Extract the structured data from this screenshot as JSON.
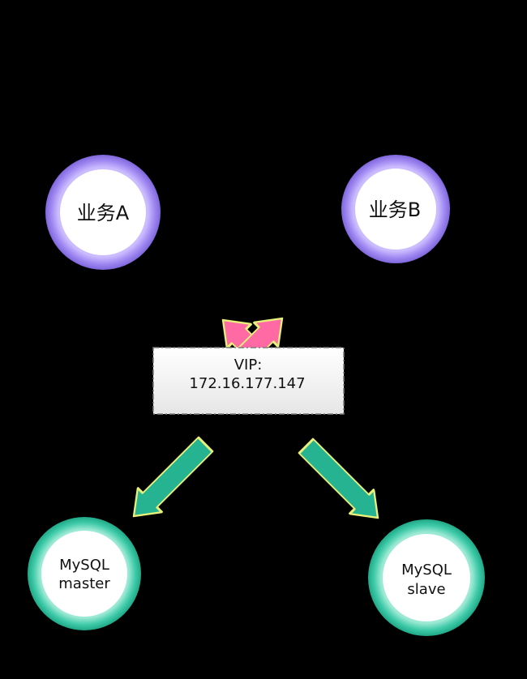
{
  "nodes": {
    "business_a": {
      "label": "业务A"
    },
    "business_b": {
      "label": "业务B"
    },
    "vip": {
      "line1": "VIP:",
      "line2": "172.16.177.147"
    },
    "mysql_master": {
      "line1": "MySQL",
      "line2": "master"
    },
    "mysql_slave": {
      "line1": "MySQL",
      "line2": "slave"
    }
  },
  "colors": {
    "background": "#000000",
    "business_ring": "#9b87ee",
    "database_ring": "#3cc9a8",
    "inbound_arrow": "#ff6aa5",
    "outbound_arrow": "#25b391",
    "arrow_outline": "#e8f07a",
    "vip_box_fill": "#f4f4f4",
    "vip_box_border": "#7a7a7a"
  }
}
